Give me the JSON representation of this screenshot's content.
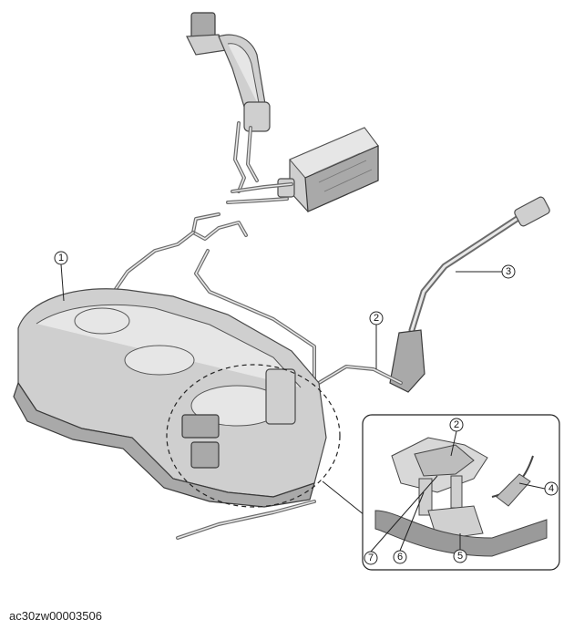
{
  "figure_code": "ac30zw00003506",
  "callouts": [
    "1",
    "2",
    "3",
    "2",
    "4",
    "5",
    "6",
    "7"
  ],
  "colors": {
    "line": "#222222",
    "metal": "#cfcfcf",
    "dark_metal": "#a9a9a9"
  }
}
